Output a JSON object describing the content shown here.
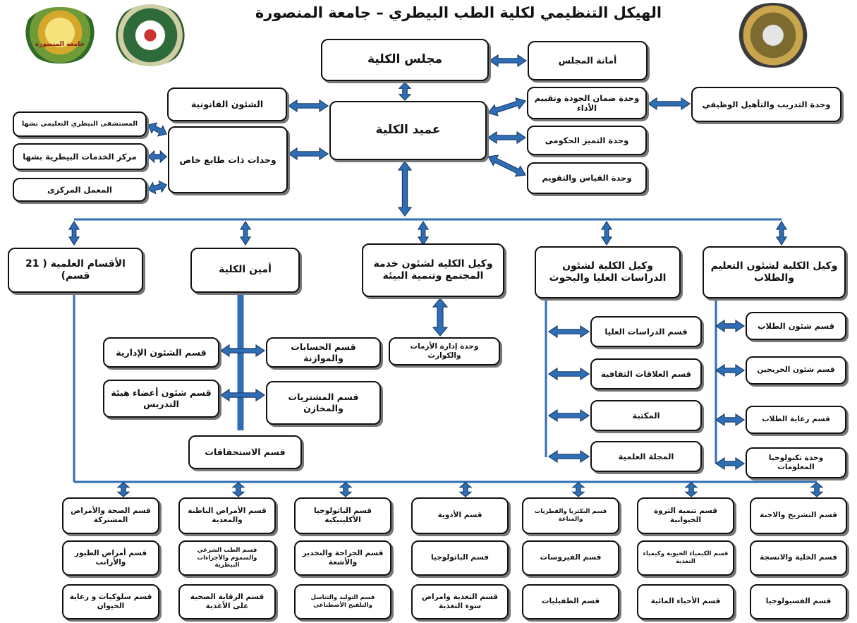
{
  "title": "الهيكل التنظيمي لكلية الطب البيطري – جامعة المنصورة",
  "logos": {
    "left_caption": "جامعة المنصورة",
    "left_icon": "mansoura-university-logo",
    "middle_icon": "veterinary-faculty-seal",
    "right_icon": "veterinary-emblem"
  },
  "colors": {
    "connector": "#2f6eb4",
    "connector_dark": "#1b3f6e",
    "box_border": "#111111",
    "shadow": "#777777"
  },
  "top": {
    "council": "مجلس الكلية",
    "council_secretariat": "أمانة المجلس",
    "dean": "عميد الكلية",
    "legal_affairs": "الشئون القانونية",
    "special_units": "وحدات ذات طابع خاص",
    "quality_unit": "وحدة ضمان الجودة وتقييم الأداء",
    "training_unit": "وحدة التدريب والتأهيل الوظيفي",
    "excellence_unit": "وحدة التميز الحكومى",
    "measurement_unit": "وحدة القياس والتقويم",
    "hospital": "المستشفى البيطري التعليمي بشها",
    "services_center": "مركز الخدمات البيطرية بشها",
    "central_lab": "المعمل المركزى"
  },
  "branches": {
    "departments": "الأقسام العلمية ( 21 قسم)",
    "secretary": "أمين الكلية",
    "vice_community": "وكيل الكلية لشئون خدمة المجتمع وتنمية البيئة",
    "vice_postgrad": "وكيل الكلية لشئون الدراسات العليا والبحوث",
    "vice_education": "وكيل الكلية لشئون التعليم والطلاب"
  },
  "secretary_units": {
    "admin_affairs": "قسم الشئون الإدارية",
    "accounts": "قسم الحسابات والموازنة",
    "staff_affairs": "قسم شئون أعضاء هيئة التدريس",
    "procurement": "قسم المشتريات والمخازن",
    "entitlements": "قسم الاستحقاقات"
  },
  "community_units": {
    "crisis": "وحدة إدارة الأزمات والكوارث"
  },
  "postgrad_units": {
    "postgrad_studies": "قسم الدراسات العليا",
    "cultural_relations": "قسم العلاقات الثقافية",
    "library": "المكتبة",
    "journal": "المجلة العلمية"
  },
  "education_units": {
    "student_affairs": "قسم شئون الطلاب",
    "graduates": "قسم شئون الخريجين",
    "student_care": "قسم رعاية الطلاب",
    "it_unit": "وحدة تكنولوجيا المعلومات"
  },
  "departments": [
    [
      "قسم التشريح والاجنة",
      "قسم الخلية والانسجة",
      "قسم الفسيولوجيا"
    ],
    [
      "قسم تنمية الثروة الحيوانية",
      "قسم الكيمياء الحيوية وكيمياء التغذية",
      "قسم الأحياء المائية"
    ],
    [
      "قسم البكتريا والفطريات والمناعة",
      "قسم الفيروسات",
      "قسم الطفيليات"
    ],
    [
      "قسم الأدوية",
      "قسم الباثولوجيا",
      "قسم التغذية وامراض سوء التغذية"
    ],
    [
      "قسم الباثولوجيا الأكلينيكية",
      "قسم الجراحة والتخدير والأشعة",
      "قسم التوليد والتناسل والتلقيح الأصطناعى"
    ],
    [
      "قسم الأمراض الباطنة والمعدية",
      "قسم الطب الشرعي والسموم والأجراءات البيطرية",
      "قسم الرقابة الصحية على الأغذية"
    ],
    [
      "قسم الصحة والأمراض المشتركة",
      "قسم أمراض الطيور والأرانب",
      "قسم سلوكيات و رعاية الحيوان"
    ]
  ]
}
